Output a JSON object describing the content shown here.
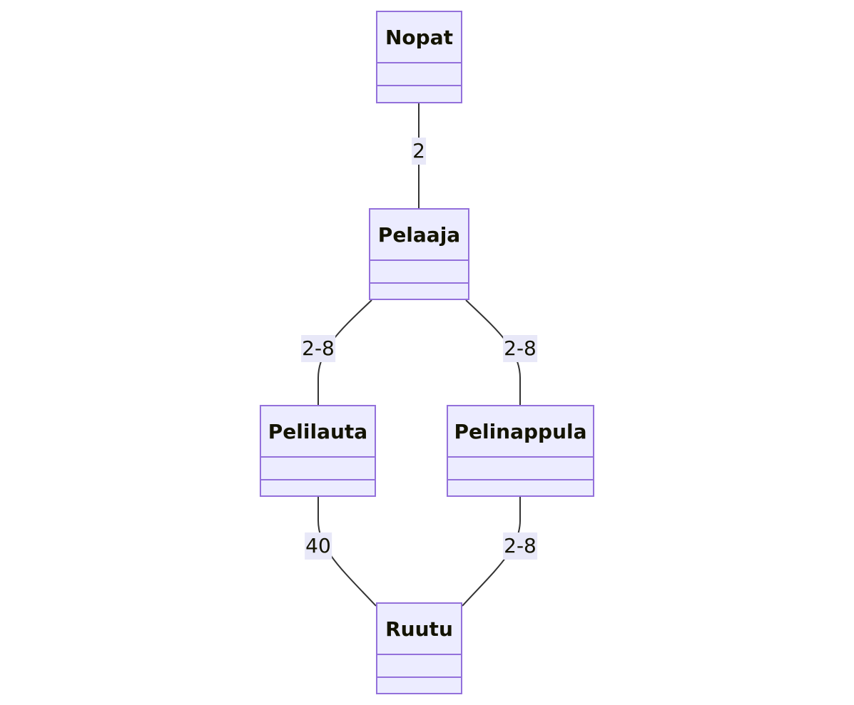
{
  "diagram": {
    "type": "class-diagram",
    "classes": [
      {
        "id": "nopat",
        "name": "Nopat"
      },
      {
        "id": "pelaaja",
        "name": "Pelaaja"
      },
      {
        "id": "pelilauta",
        "name": "Pelilauta"
      },
      {
        "id": "pelinappula",
        "name": "Pelinappula"
      },
      {
        "id": "ruutu",
        "name": "Ruutu"
      }
    ],
    "relations": [
      {
        "from": "Nopat",
        "to": "Pelaaja",
        "label": "2"
      },
      {
        "from": "Pelaaja",
        "to": "Pelilauta",
        "label": "2-8"
      },
      {
        "from": "Pelaaja",
        "to": "Pelinappula",
        "label": "2-8"
      },
      {
        "from": "Pelilauta",
        "to": "Ruutu",
        "label": "40"
      },
      {
        "from": "Pelinappula",
        "to": "Ruutu",
        "label": "2-8"
      }
    ],
    "colors": {
      "box_fill": "#ececff",
      "box_border": "#9370db",
      "edge": "#333333",
      "label_bg": "#e8e8f8",
      "text": "#131300"
    }
  }
}
